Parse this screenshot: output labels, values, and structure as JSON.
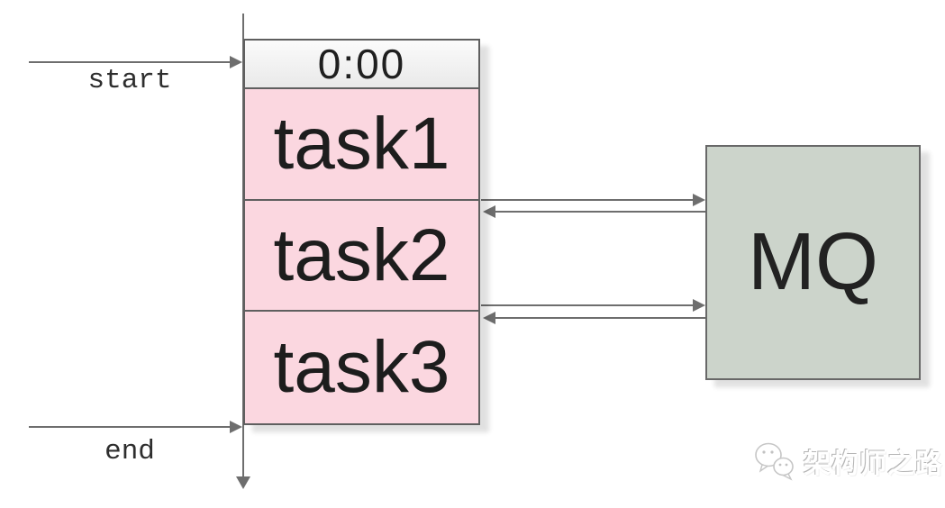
{
  "timeline": {
    "start_label": "start",
    "end_label": "end"
  },
  "schedule": {
    "time_header": "0:00",
    "tasks": [
      "task1",
      "task2",
      "task3"
    ]
  },
  "mq": {
    "label": "MQ"
  },
  "arrows": {
    "task_to_mq_count": 2,
    "mq_to_task_count": 2
  },
  "watermark": {
    "text": "架构师之路",
    "icon": "wechat-chat-bubbles-icon"
  },
  "colors": {
    "task_fill": "#fbd7e0",
    "task_border": "#5f5f5f",
    "header_fill_top": "#fbfbfb",
    "header_fill_bottom": "#e9e9e9",
    "mq_fill": "#ccd4cb",
    "mq_border": "#686868",
    "arrow": "#6e6e6e",
    "text": "#1d1d1d",
    "watermark_gray": "#b5b5b5"
  }
}
